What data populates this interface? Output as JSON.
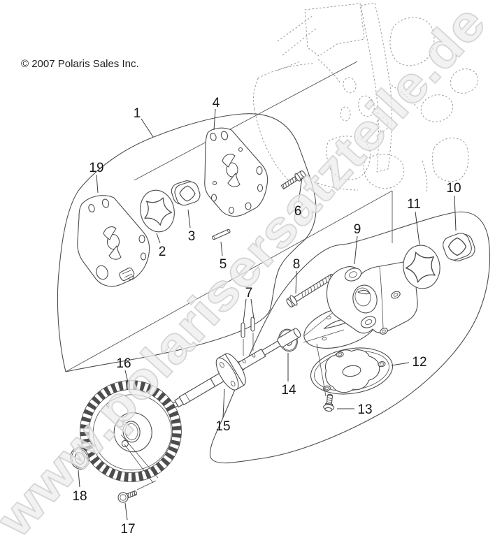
{
  "copyright": "© 2007 Polaris Sales Inc.",
  "watermark": "www.polarisersatzteile.de",
  "callouts": [
    "1",
    "2",
    "3",
    "4",
    "5",
    "6",
    "7",
    "8",
    "9",
    "10",
    "11",
    "12",
    "13",
    "14",
    "15",
    "16",
    "17",
    "18",
    "19"
  ],
  "colors": {
    "background": "#ffffff",
    "line_art": "#4d4d4d",
    "engine_ghost": "#979797",
    "label_text": "#141414",
    "watermark_fill": "#ececec",
    "watermark_stroke": "#c5c5c5"
  }
}
